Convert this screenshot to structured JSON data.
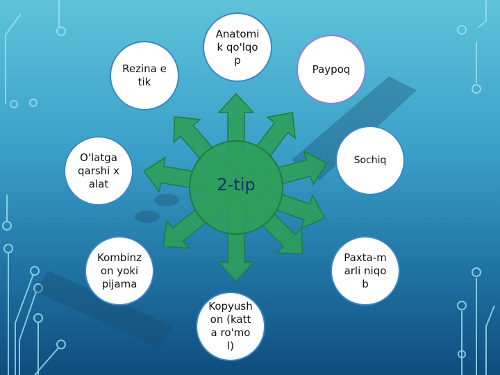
{
  "slide": {
    "center_label": "2-tip",
    "items": [
      {
        "label": "Anatomik qo'lqop"
      },
      {
        "label": "Paypoq"
      },
      {
        "label": "Sochiq"
      },
      {
        "label": "Paxta-marli niqob"
      },
      {
        "label": "Kopyushon (katta ro'mol)"
      },
      {
        "label": "Kombinzon yoki pijama"
      },
      {
        "label": "O'latga qarshi xalat"
      },
      {
        "label": "Rezina etik"
      }
    ]
  },
  "colors": {
    "arrow": "#2e9e5b",
    "arrow_stroke": "#1f7a44",
    "node_border": "#3a86c8"
  }
}
